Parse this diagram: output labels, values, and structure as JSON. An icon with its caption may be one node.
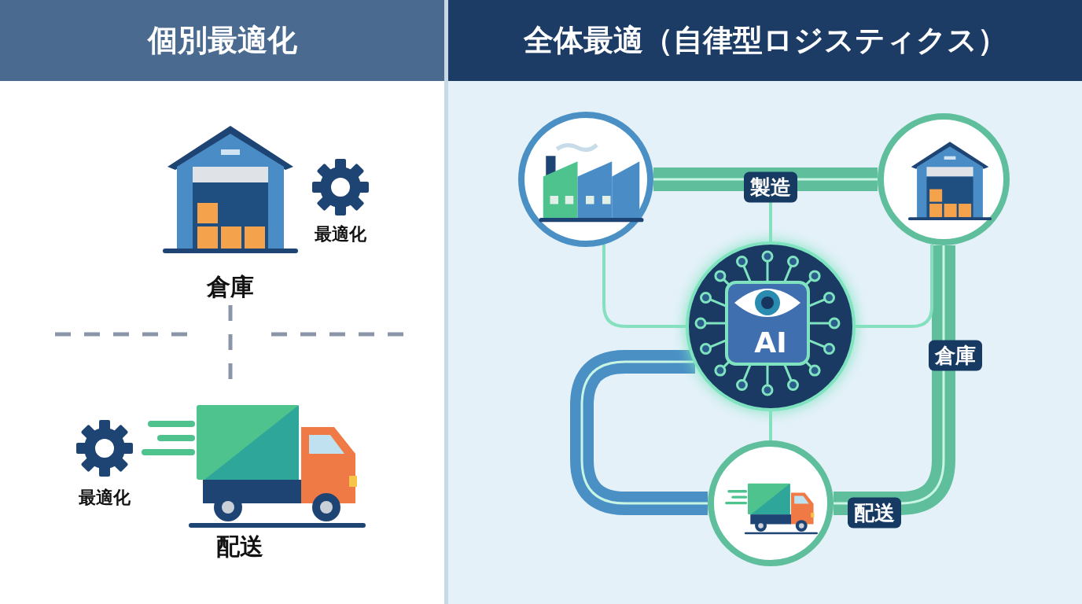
{
  "diagram": {
    "nodes": [
      {
        "text": [
          "個別最適化"
        ]
      },
      {
        "text": [
          "全体最適（自律型ロジスティクス）"
        ]
      },
      {
        "text": [
          "倉庫"
        ],
        "beside": [
          "最適化"
        ],
        "in": 0
      },
      {
        "text": [
          "配送"
        ],
        "beside": [
          "最適化"
        ],
        "in": 0
      },
      {
        "text": [],
        "shape": "picture",
        "in": 1
      },
      {
        "text": [],
        "shape": "picture",
        "in": 1
      },
      {
        "text": [
          "AI"
        ],
        "in": 1
      },
      {
        "text": [],
        "shape": "picture",
        "in": 1
      }
    ],
    "edges": [
      {
        "from": 2,
        "to": 3,
        "arrow": "none",
        "style": "dashed",
        "color": "#8a96a8"
      },
      {
        "from": 4,
        "to": 5,
        "arrow": "none",
        "label": "製造",
        "style": "thick",
        "color": "#5fbf9c"
      },
      {
        "from": 5,
        "to": 7,
        "arrow": "none",
        "label": "倉庫",
        "style": "thick",
        "color": "#5fbf9c"
      },
      {
        "from": 7,
        "to": 6,
        "arrow": "none",
        "style": "thick",
        "color": "#4a90c4"
      },
      {
        "from": 6,
        "to": 4,
        "arrow": "none"
      },
      {
        "from": 6,
        "to": 5,
        "arrow": "none"
      },
      {
        "from": 6,
        "to": null,
        "arrow": "none"
      },
      {
        "from": 6,
        "to": 7,
        "arrow": "none"
      }
    ],
    "labels": [
      "配送"
    ]
  }
}
